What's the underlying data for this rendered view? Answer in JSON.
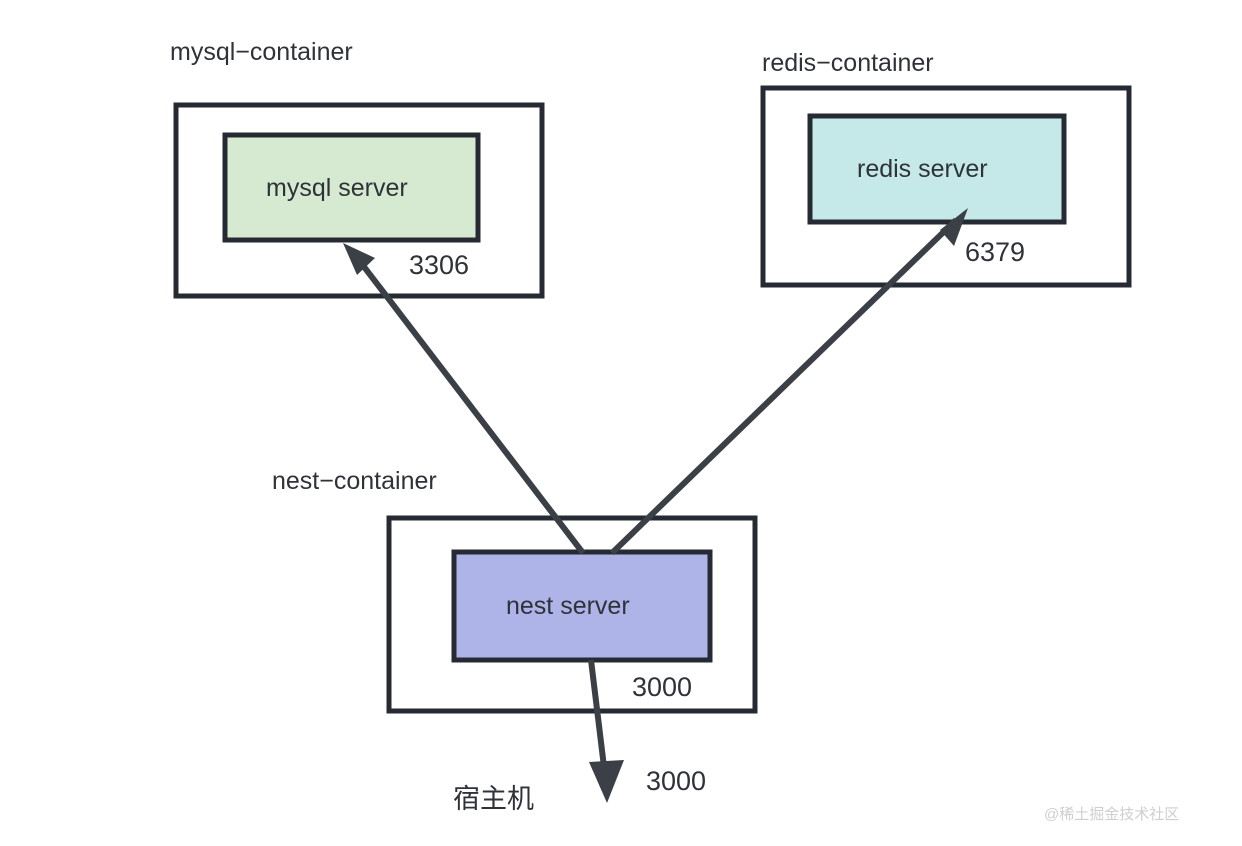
{
  "diagram": {
    "title_visible": false,
    "colors": {
      "mysql_server_fill": "#d5ead0",
      "redis_server_fill": "#c5e8e8",
      "nest_server_fill": "#aeb3e8",
      "stroke": "#262b33",
      "line": "#3b3f46",
      "background": "#ffffff",
      "text": "#2f3339",
      "watermark": "#cfcfcf"
    },
    "containers": [
      {
        "id": "mysql",
        "label": "mysql−container",
        "server_label": "mysql server",
        "port": "3306"
      },
      {
        "id": "redis",
        "label": "redis−container",
        "server_label": "redis server",
        "port": "6379"
      },
      {
        "id": "nest",
        "label": "nest−container",
        "server_label": "nest server",
        "port": "3000"
      }
    ],
    "host": {
      "label": "宿主机",
      "port": "3000"
    },
    "connections": [
      {
        "from": "nest server",
        "to": "mysql server",
        "port": "3306"
      },
      {
        "from": "nest server",
        "to": "redis server",
        "port": "6379"
      },
      {
        "from": "nest server",
        "to": "宿主机",
        "port": "3000"
      }
    ],
    "watermark": "@稀土掘金技术社区"
  }
}
